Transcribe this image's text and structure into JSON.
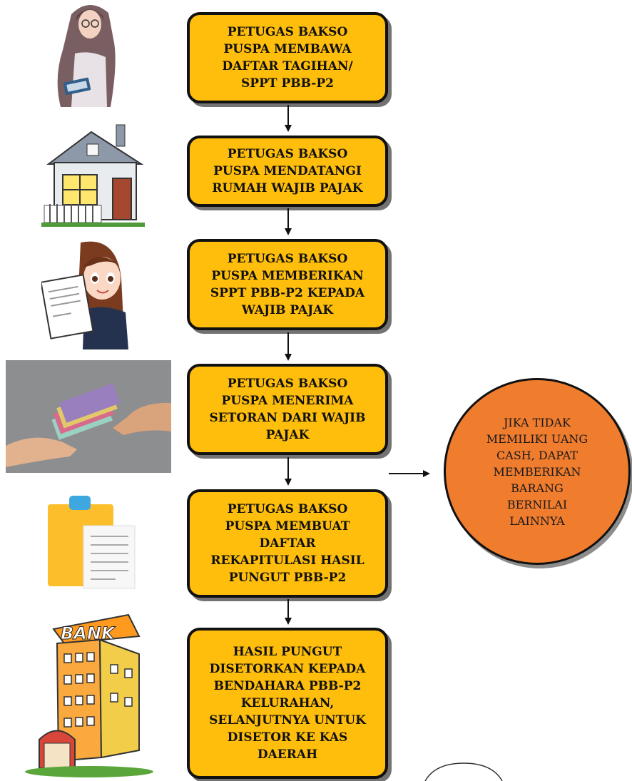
{
  "colors": {
    "box_fill": "#FFBE0B",
    "box_border": "#111111",
    "note_fill": "#F07C2E"
  },
  "steps": [
    {
      "text": "PETUGAS BAKSO\nPUSPA MEMBAWA\nDAFTAR TAGIHAN/\nSPPT PBB-P2",
      "icon": "woman-with-clipboard"
    },
    {
      "text": "PETUGAS BAKSO\nPUSPA MENDATANGI\nRUMAH WAJIB PAJAK",
      "icon": "house"
    },
    {
      "text": "PETUGAS BAKSO\nPUSPA MEMBERIKAN\nSPPT PBB-P2 KEPADA\nWAJIB PAJAK",
      "icon": "woman-holding-document"
    },
    {
      "text": "PETUGAS BAKSO\nPUSPA MENERIMA\nSETORAN DARI WAJIB\nPAJAK",
      "icon": "cash-handover"
    },
    {
      "text": "PETUGAS BAKSO\nPUSPA MEMBUAT\nDAFTAR\nREKAPITULASI HASIL\nPUNGUT PBB-P2",
      "icon": "clipboard-list"
    },
    {
      "text": "HASIL PUNGUT\nDISETORKAN KEPADA\nBENDAHARA PBB-P2\nKELURAHAN,\nSELANJUTNYA UNTUK\nDISETOR KE KAS\nDAERAH",
      "icon": "bank-building"
    }
  ],
  "side_note": {
    "text": "JIKA TIDAK\nMEMILIKI UANG\nCASH, DAPAT\nMEMBERIKAN\nBARANG\nBERNILAI\nLAINNYA"
  },
  "bank_sign": "BANK"
}
